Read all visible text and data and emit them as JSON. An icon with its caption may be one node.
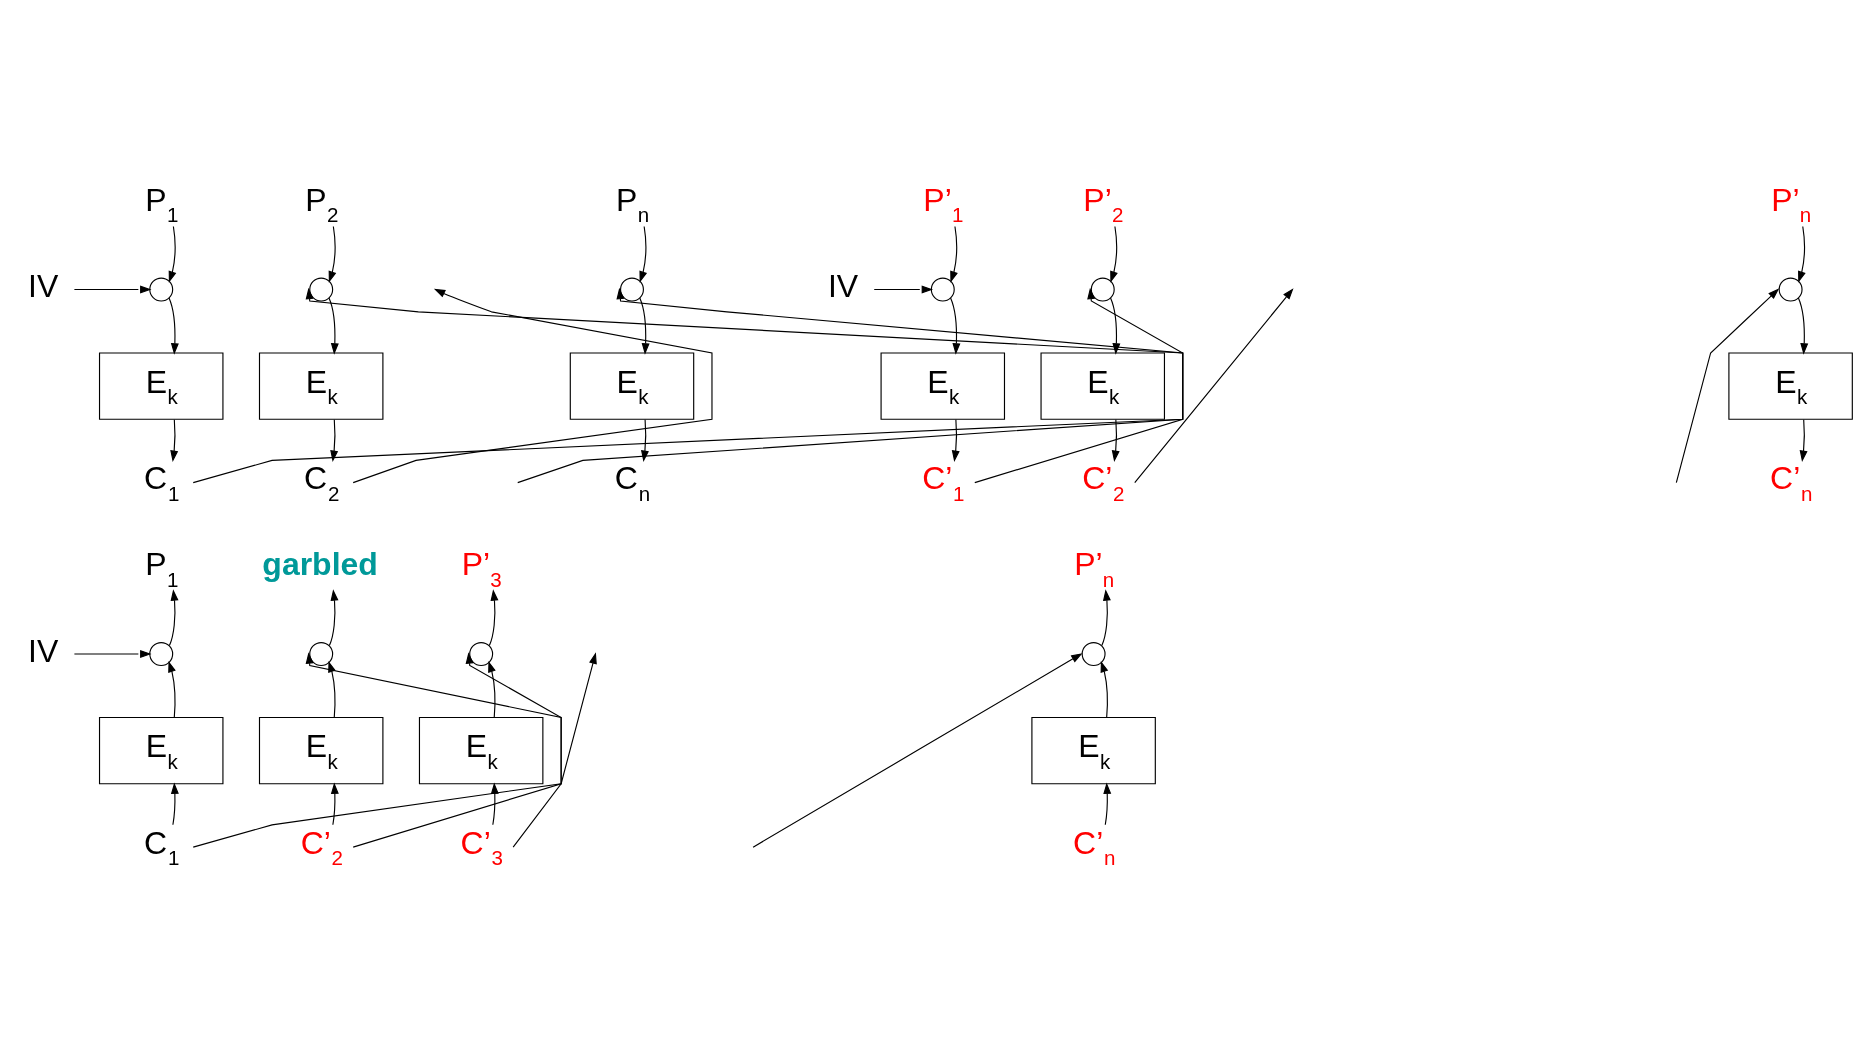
{
  "diagram": {
    "nodes": [
      {
        "text": [
          "P$_{1}$"
        ]
      },
      {
        "text": [
          "P$_{2}$"
        ]
      },
      {
        "text": [
          "P$_{n}$"
        ]
      },
      {
        "text": [
          "IV"
        ]
      },
      {
        "text": [],
        "shape": "circle"
      },
      {
        "text": [],
        "shape": "circle"
      },
      {
        "text": [],
        "shape": "circle"
      },
      {
        "text": [
          "E$_{k}$"
        ]
      },
      {
        "text": [
          "E$_{k}$"
        ]
      },
      {
        "text": [
          "E$_{k}$"
        ]
      },
      {
        "text": [
          "C$_{1}$"
        ]
      },
      {
        "text": [
          "C$_{2}$"
        ]
      },
      {
        "text": [
          "C$_{n}$"
        ]
      },
      {
        "text": [
          "P’$_{1}$"
        ]
      },
      {
        "text": [
          "P’$_{2}$"
        ]
      },
      {
        "text": [
          "P’$_{n}$"
        ]
      },
      {
        "text": [
          "IV"
        ]
      },
      {
        "text": [],
        "shape": "circle"
      },
      {
        "text": [],
        "shape": "circle"
      },
      {
        "text": [],
        "shape": "circle"
      },
      {
        "text": [
          "E$_{k}$"
        ]
      },
      {
        "text": [
          "E$_{k}$"
        ]
      },
      {
        "text": [
          "E$_{k}$"
        ]
      },
      {
        "text": [
          "C’$_{1}$"
        ]
      },
      {
        "text": [
          "C’$_{2}$"
        ]
      },
      {
        "text": [
          "C’$_{n}$"
        ]
      },
      {
        "text": [
          "P$_{1}$"
        ]
      },
      {
        "text": [
          "garbled"
        ]
      },
      {
        "text": [
          "P’$_{3}$"
        ]
      },
      {
        "text": [
          "P’$_{n}$"
        ]
      },
      {
        "text": [
          "IV"
        ]
      },
      {
        "text": [],
        "shape": "circle"
      },
      {
        "text": [],
        "shape": "circle"
      },
      {
        "text": [],
        "shape": "circle"
      },
      {
        "text": [],
        "shape": "circle"
      },
      {
        "text": [
          "E$_{k}$"
        ]
      },
      {
        "text": [
          "E$_{k}$"
        ]
      },
      {
        "text": [
          "E$_{k}$"
        ]
      },
      {
        "text": [
          "E$_{k}$"
        ]
      },
      {
        "text": [
          "C$_{1}$"
        ]
      },
      {
        "text": [
          "C’$_{2}$"
        ]
      },
      {
        "text": [
          "C’$_{3}$"
        ]
      },
      {
        "text": [
          "C’$_{n}$"
        ]
      }
    ],
    "edges": [
      {
        "from": 0,
        "to": 4,
        "arrow": "to"
      },
      {
        "from": 3,
        "to": 4,
        "arrow": "to"
      },
      {
        "from": 4,
        "to": 7,
        "arrow": "to"
      },
      {
        "from": 7,
        "to": 10,
        "arrow": "to"
      },
      {
        "from": 10,
        "to": 5,
        "arrow": "to"
      },
      {
        "from": 1,
        "to": 5,
        "arrow": "to"
      },
      {
        "from": 5,
        "to": 8,
        "arrow": "to"
      },
      {
        "from": 8,
        "to": 11,
        "arrow": "to"
      },
      {
        "from": 11,
        "to": null,
        "arrow": "to"
      },
      {
        "from": null,
        "to": 6,
        "arrow": "to"
      },
      {
        "from": 2,
        "to": 6,
        "arrow": "to"
      },
      {
        "from": 6,
        "to": 9,
        "arrow": "to"
      },
      {
        "from": 9,
        "to": 12,
        "arrow": "to"
      },
      {
        "from": 13,
        "to": 17,
        "arrow": "to"
      },
      {
        "from": 16,
        "to": 17,
        "arrow": "to"
      },
      {
        "from": 17,
        "to": 20,
        "arrow": "to"
      },
      {
        "from": 20,
        "to": 23,
        "arrow": "to"
      },
      {
        "from": 23,
        "to": 18,
        "arrow": "to"
      },
      {
        "from": 14,
        "to": 18,
        "arrow": "to"
      },
      {
        "from": 18,
        "to": 21,
        "arrow": "to"
      },
      {
        "from": 21,
        "to": 24,
        "arrow": "to"
      },
      {
        "from": 24,
        "to": null,
        "arrow": "to"
      },
      {
        "from": null,
        "to": 19,
        "arrow": "to"
      },
      {
        "from": 15,
        "to": 19,
        "arrow": "to"
      },
      {
        "from": 19,
        "to": 22,
        "arrow": "to"
      },
      {
        "from": 22,
        "to": 25,
        "arrow": "to"
      },
      {
        "from": 39,
        "to": 35,
        "arrow": "to"
      },
      {
        "from": 35,
        "to": 31,
        "arrow": "to"
      },
      {
        "from": 30,
        "to": 31,
        "arrow": "to"
      },
      {
        "from": 31,
        "to": 26,
        "arrow": "to"
      },
      {
        "from": 39,
        "to": 32,
        "arrow": "to"
      },
      {
        "from": 40,
        "to": 36,
        "arrow": "to"
      },
      {
        "from": 36,
        "to": 32,
        "arrow": "to"
      },
      {
        "from": 32,
        "to": 27,
        "arrow": "to"
      },
      {
        "from": 40,
        "to": 33,
        "arrow": "to"
      },
      {
        "from": 41,
        "to": 37,
        "arrow": "to"
      },
      {
        "from": 37,
        "to": 33,
        "arrow": "to"
      },
      {
        "from": 33,
        "to": 28,
        "arrow": "to"
      },
      {
        "from": 41,
        "to": null,
        "arrow": "to"
      },
      {
        "from": null,
        "to": 34,
        "arrow": "to"
      },
      {
        "from": 42,
        "to": 38,
        "arrow": "to"
      },
      {
        "from": 38,
        "to": 34,
        "arrow": "to"
      },
      {
        "from": 34,
        "to": 29,
        "arrow": "to"
      }
    ]
  }
}
